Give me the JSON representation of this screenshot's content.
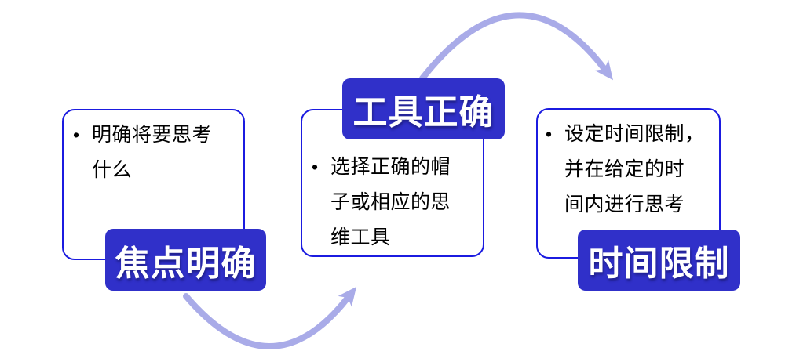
{
  "diagram": {
    "bullet_glyph": "•",
    "steps": [
      {
        "label": "焦点明确",
        "label_position": "bottom",
        "text": "明确将要思考\n什么"
      },
      {
        "label": "工具正确",
        "label_position": "top",
        "text": "选择正确的帽\n子或相应的思\n维工具"
      },
      {
        "label": "时间限制",
        "label_position": "bottom",
        "text": "设定时间限制，\n并在给定的时\n间内进行思考"
      }
    ]
  },
  "colors": {
    "background": "#ffffff",
    "card_border": "#1b1be0",
    "card_background": "#ffffff",
    "label_background": "#3030c9",
    "label_text": "#ffffff",
    "body_text": "#000000",
    "arrow": "#a9abe8"
  }
}
